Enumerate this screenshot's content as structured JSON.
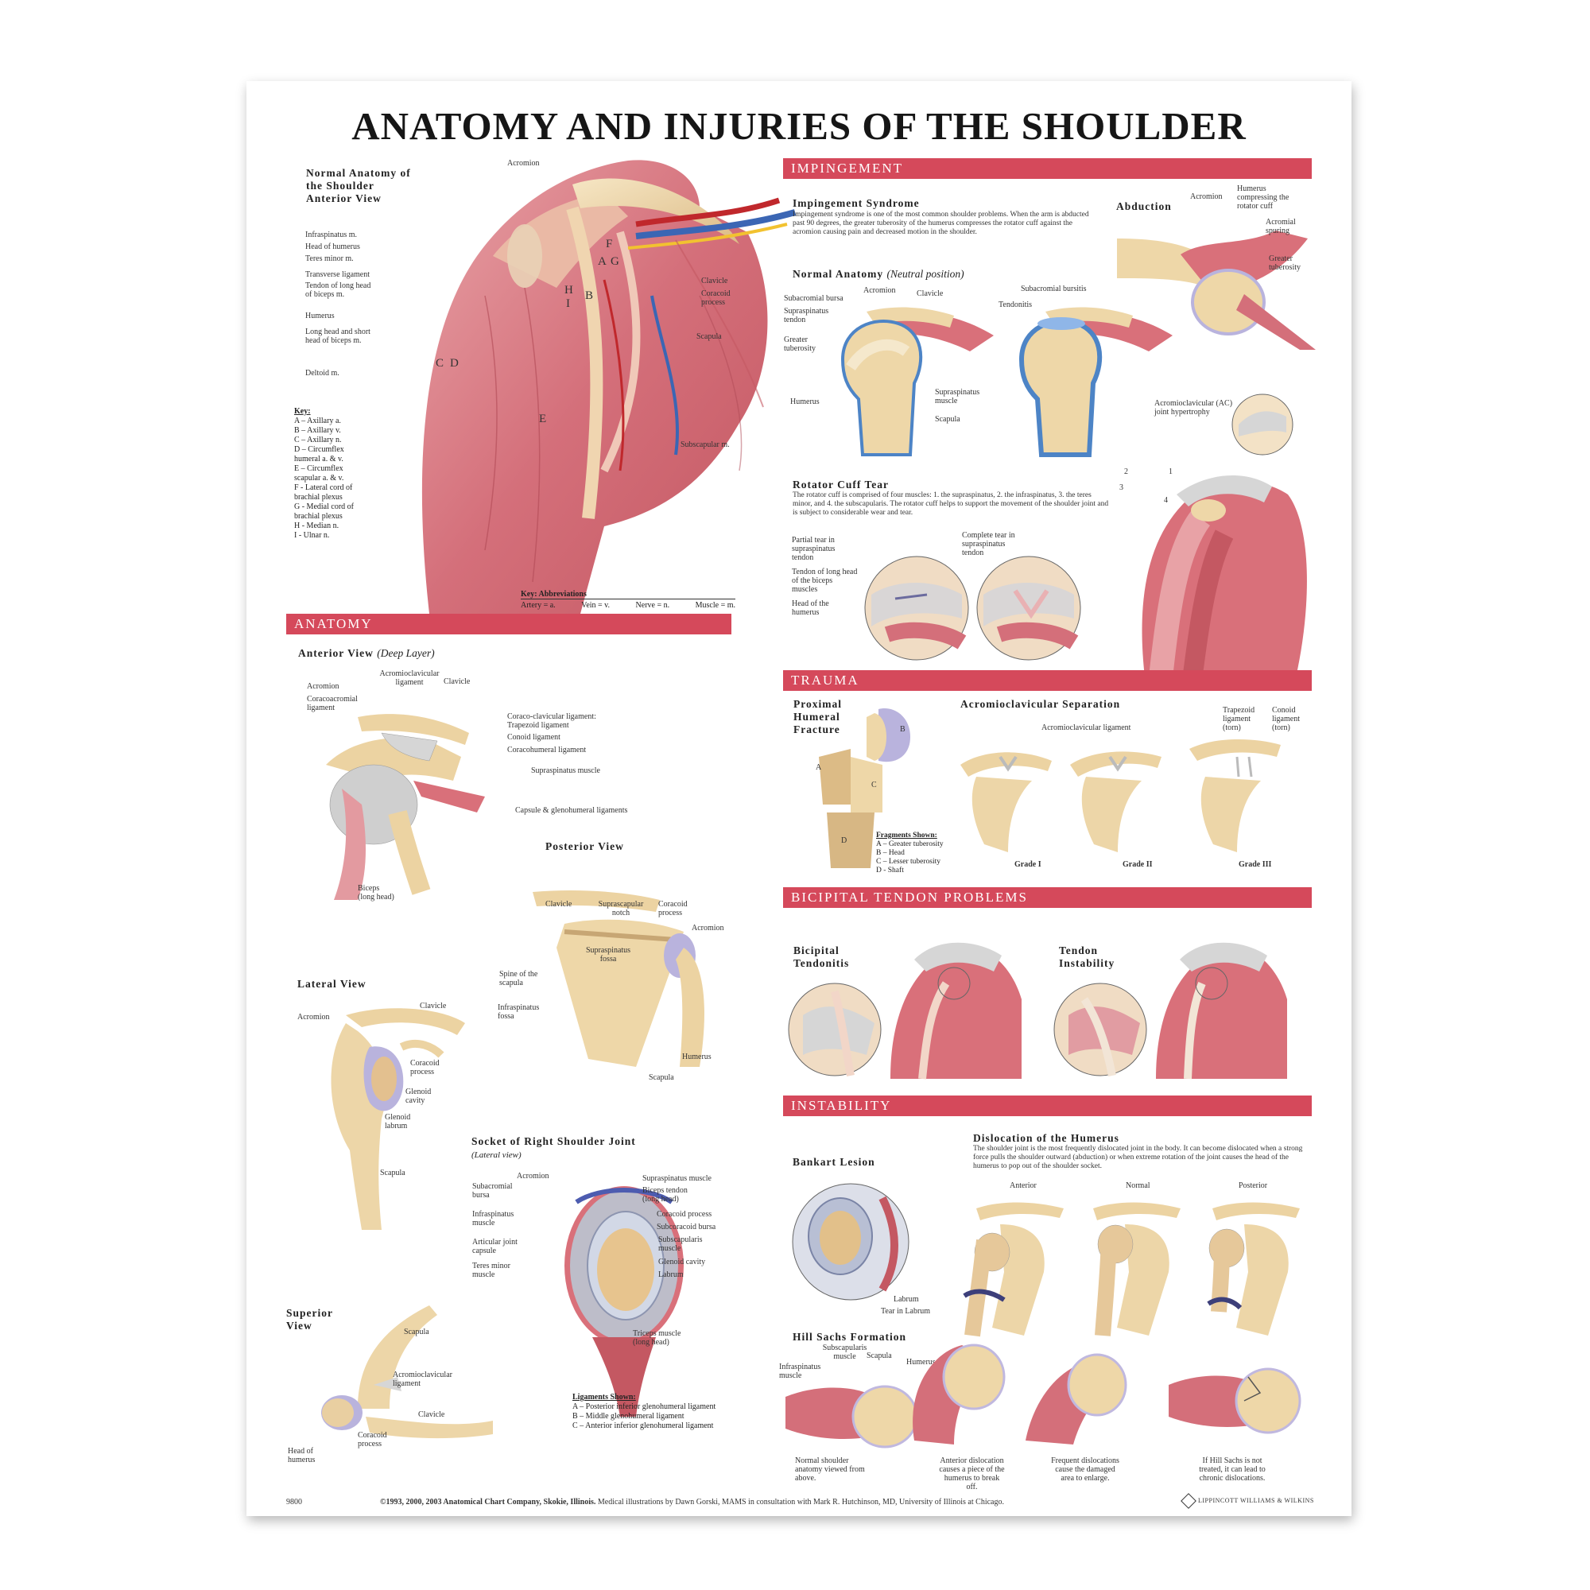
{
  "title": "ANATOMY AND INJURIES OF THE SHOULDER",
  "colors": {
    "band": "#d5495b",
    "muscle": "#d9707a",
    "bone": "#ecd3a2",
    "cartilage": "#a9a4d4",
    "artery": "#c0282c",
    "vein": "#3b66b4",
    "nerve": "#f2c230"
  },
  "normal_anatomy": {
    "heading": "Normal Anatomy of the Shoulder Anterior View",
    "labels_left": [
      "Infraspinatus m.",
      "Head of humerus",
      "Teres minor m.",
      "Transverse ligament",
      "Tendon of long head of biceps m.",
      "Humerus",
      "Long head and short head of biceps m.",
      "Deltoid m."
    ],
    "labels_right": [
      "Acromion",
      "Clavicle",
      "Coracoid process",
      "Scapula",
      "Subscapular m."
    ],
    "letters": [
      "F",
      "A",
      "G",
      "H",
      "I",
      "B",
      "C",
      "D",
      "E"
    ],
    "key_title": "Key:",
    "key": [
      "A – Axillary a.",
      "B – Axillary v.",
      "C – Axillary n.",
      "D – Circumflex humeral a. & v.",
      "E – Circumflex scapular a. & v.",
      "F - Lateral cord of brachial plexus",
      "G - Medial cord of brachial plexus",
      "H - Median n.",
      "I - Ulnar n."
    ],
    "abbrev_title": "Key: Abbreviations",
    "abbrev": [
      "Artery = a.",
      "Vein = v.",
      "Nerve = n.",
      "Muscle = m."
    ]
  },
  "sections": {
    "anatomy": "ANATOMY",
    "impingement": "IMPINGEMENT",
    "trauma": "TRAUMA",
    "bicipital": "BICIPITAL TENDON PROBLEMS",
    "instability": "INSTABILITY"
  },
  "anatomy": {
    "anterior_heading": "Anterior View",
    "anterior_sub": "(Deep Layer)",
    "anterior_labels": [
      "Acromion",
      "Acromioclavicular ligament",
      "Clavicle",
      "Coracoacromial ligament",
      "Coraco-clavicular ligament: Trapezoid ligament",
      "Conoid ligament",
      "Coracohumeral ligament",
      "Supraspinatus muscle",
      "Capsule & glenohumeral ligaments",
      "Biceps (long head)"
    ],
    "posterior_heading": "Posterior View",
    "posterior_labels": [
      "Clavicle",
      "Suprascapular notch",
      "Coracoid process",
      "Acromion",
      "Supraspinatus fossa",
      "Spine of the scapula",
      "Infraspinatus fossa",
      "Humerus",
      "Scapula"
    ],
    "lateral_heading": "Lateral View",
    "lateral_labels": [
      "Clavicle",
      "Acromion",
      "Coracoid process",
      "Glenoid cavity",
      "Glenoid labrum",
      "Scapula"
    ],
    "superior_heading": "Superior View",
    "superior_labels": [
      "Scapula",
      "Acromioclavicular ligament",
      "Clavicle",
      "Coracoid process",
      "Head of humerus"
    ],
    "socket_heading": "Socket of Right Shoulder Joint",
    "socket_sub": "(Lateral view)",
    "socket_labels_left": [
      "Acromion",
      "Subacromial bursa",
      "Infraspinatus muscle",
      "Articular joint capsule",
      "Teres minor muscle"
    ],
    "socket_labels_right": [
      "Supraspinatus muscle",
      "Biceps tendon (long head)",
      "Coracoid process",
      "Subcoracoid bursa",
      "Subscapularis muscle",
      "Glenoid cavity",
      "Labrum",
      "Triceps muscle (long head)"
    ],
    "ligaments_title": "Ligaments Shown:",
    "ligaments": [
      "A – Posterior inferior glenohumeral ligament",
      "B – Middle glenohumeral ligament",
      "C – Anterior inferior glenohumeral ligament"
    ]
  },
  "impingement": {
    "syndrome_heading": "Impingement Syndrome",
    "syndrome_text": "Impingement syndrome is one of the most common shoulder problems. When the arm is abducted past 90 degrees, the greater tuberosity of the humerus compresses the rotator cuff against the acromion causing pain and decreased motion in the shoulder.",
    "abduction_heading": "Abduction",
    "abduction_labels": [
      "Acromion",
      "Humerus compressing the rotator cuff",
      "Acromial spuring",
      "Greater tuberosity"
    ],
    "normal_heading": "Normal Anatomy",
    "normal_sub": "(Neutral position)",
    "normal_labels": [
      "Subacromial bursa",
      "Acromion",
      "Clavicle",
      "Supraspinatus tendon",
      "Greater tuberosity",
      "Humerus",
      "Supraspinatus muscle",
      "Scapula"
    ],
    "bursitis_labels": [
      "Subacromial bursitis",
      "Tendonitis"
    ],
    "ac_label": "Acromioclavicular (AC) joint hypertrophy",
    "rotator_heading": "Rotator Cuff Tear",
    "rotator_text": "The rotator cuff is comprised of four muscles: 1. the supraspinatus, 2. the infraspinatus, 3. the teres minor, and 4. the subscapularis. The rotator cuff helps to support the movement of the shoulder joint and is subject to considerable wear and tear.",
    "rotator_labels": [
      "Partial tear in supraspinatus tendon",
      "Tendon of long head of the biceps muscles",
      "Head of the humerus",
      "Complete tear in supraspinatus tendon"
    ],
    "numbers": [
      "1",
      "2",
      "3",
      "4"
    ]
  },
  "trauma": {
    "fracture_heading": "Proximal Humeral Fracture",
    "fragments_title": "Fragments Shown:",
    "fragments": [
      "A – Greater tuberosity",
      "B – Head",
      "C – Lesser tuberosity",
      "D - Shaft"
    ],
    "fragment_letters": [
      "A",
      "B",
      "C",
      "D"
    ],
    "ac_heading": "Acromioclavicular Separation",
    "ac_labels": [
      "Acromioclavicular ligament",
      "Trapezoid ligament (torn)",
      "Conoid ligament (torn)"
    ],
    "grades": [
      "Grade I",
      "Grade II",
      "Grade III"
    ]
  },
  "bicipital": {
    "tendonitis": "Bicipital Tendonitis",
    "instability": "Tendon Instability"
  },
  "instability": {
    "dislocation_heading": "Dislocation of the Humerus",
    "dislocation_text": "The shoulder joint is the most frequently dislocated joint in the body. It can become dislocated when a strong force pulls the shoulder outward (abduction) or when extreme rotation of the joint causes the head of the humerus to pop out of the shoulder socket.",
    "positions": [
      "Anterior",
      "Normal",
      "Posterior"
    ],
    "bankart_heading": "Bankart Lesion",
    "bankart_labels": [
      "Labrum",
      "Tear in Labrum"
    ],
    "hill_heading": "Hill Sachs Formation",
    "hill_labels": [
      "Subscapularis muscle",
      "Scapula",
      "Infraspinatus muscle",
      "Humerus"
    ],
    "hill_captions": [
      "Normal shoulder anatomy viewed from above.",
      "Anterior dislocation causes a piece of the humerus to break off.",
      "Frequent dislocations cause the damaged area to enlarge.",
      "If Hill Sachs is not treated, it can lead to chronic dislocations."
    ]
  },
  "footer": {
    "number": "9800",
    "credit_bold": "©1993, 2000, 2003 Anatomical Chart Company, Skokie, Illinois.",
    "credit": "Medical illustrations by Dawn Gorski, MAMS in consultation with Mark R. Hutchinson, MD, University of Illinois at Chicago.",
    "publisher": "Lippincott Williams & Wilkins"
  }
}
